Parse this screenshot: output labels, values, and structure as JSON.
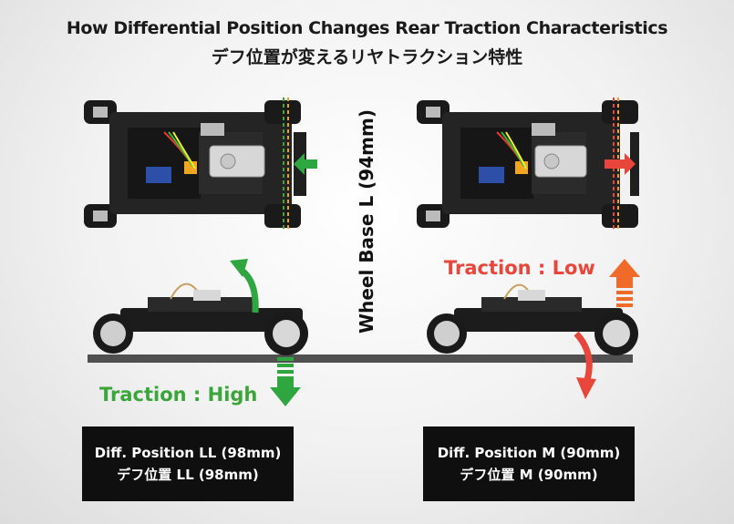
{
  "title_en": "How Differential Position Changes Rear Traction Characteristics",
  "title_jp": "デフ位置が変えるリヤトラクション特性",
  "wheelbase_label": "Wheel Base  L (94mm)",
  "traction_high": "Traction : High",
  "traction_low": "Traction : Low",
  "left_box": {
    "line1": "Diff. Position LL (98mm)",
    "line2": "デフ位置 LL (98mm)"
  },
  "right_box": {
    "line1": "Diff. Position M (90mm)",
    "line2": "デフ位置 M (90mm)"
  },
  "colors": {
    "high": "#3aa63a",
    "low": "#e8463a",
    "low_up": "#f06a2a",
    "ground": "#505050"
  }
}
